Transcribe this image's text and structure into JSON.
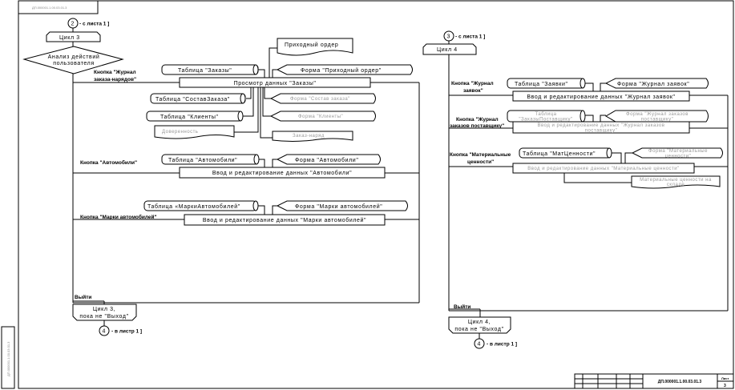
{
  "stamp": {
    "top": "ДП.000001.1.00.03.01.3",
    "side": "ДП.000001.1.00.03.01.3"
  },
  "left": {
    "connector_in": {
      "num": "2",
      "text": "- с листа 1 ]"
    },
    "loop_start": "Цикл 3",
    "decision": [
      "Анализ действий",
      "пользователя"
    ],
    "branch1_label": [
      "Кнопка \"Журнал",
      "заказа-нарядов\""
    ],
    "orders_view": "Просмотр данных \"Заказы\"",
    "receipt_doc": "Приходный ордер",
    "table_orders": "Таблица \"Заказы\"",
    "form_receipt": "Форма \"Приходный ордер\"",
    "table_order_items": "Таблица \"СоставЗаказа\"",
    "form_order_items": "Форма \"Состав заказа\"",
    "table_clients": "Таблица \"Клиенты\"",
    "form_clients": "Форма \"Клиенты\"",
    "doc_power_of_attorney": "Доверенность",
    "doc_work_order": "Заказ-наряд",
    "branch2_label": "Кнопка \"Автомобили\"",
    "table_cars": "Таблица \"Автомобили\"",
    "form_cars": "Форма \"Автомобили\"",
    "cars_edit": "Ввод и редактирование данных \"Автомобили\"",
    "branch3_label": "Кнопка \"Марки автомобилей\"",
    "table_brands": "Таблица «МаркиАвтомобилей\"",
    "form_brands": "Форма \"Марки автомобилей\"",
    "brands_edit": "Ввод и редактирование данных \"Марки автомобилей\"",
    "exit_label": "Выйти",
    "loop_end": [
      "Цикл 3,",
      "пока не \"Выход\""
    ],
    "connector_out": {
      "num": "4",
      "text": "- в листр 1 ]"
    }
  },
  "right": {
    "connector_in": {
      "num": "3",
      "text": "- с листа 1 ]"
    },
    "loop_start": "Цикл 4",
    "branch1_label": [
      "Кнопка \"Журнал",
      "заявок\""
    ],
    "table_requests": "Таблица \"Заявки\"",
    "form_requests": "Форма \"Журнал заявок\"",
    "requests_edit": "Ввод и редактирование данных \"Журнал заявок\"",
    "branch2_label": [
      "Кнопка \"Журнал",
      "заказов поставщику\""
    ],
    "table_supplier_orders": [
      "Таблица",
      "\"ЗаказыПоставщику\""
    ],
    "form_supplier_orders": [
      "Форма \"Журнал заказов",
      "поставщику\""
    ],
    "supplier_orders_edit": [
      "Ввод и редактирование данных \"Журнал заказов",
      "поставщику\""
    ],
    "branch3_label": [
      "Кнопка \"Материальные",
      "ценности\""
    ],
    "table_materials": "Таблица \"МатЦенности\"",
    "form_materials": [
      "Форма \"Материальные",
      "ценности\""
    ],
    "materials_edit": "Ввод и редактирование данных \"Материальные ценности\"",
    "doc_materials_stock": [
      "Материальные ценности на",
      "складе"
    ],
    "exit_label": "Выйти",
    "loop_end": [
      "Цикл 4,",
      "пока не \"Выход\""
    ],
    "connector_out": {
      "num": "4",
      "text": "- в листр 1 ]"
    }
  },
  "title_block": {
    "code": "ДП.000001.1.00.03.01.3",
    "sheet_label": "Лист",
    "sheet_num": "3"
  }
}
